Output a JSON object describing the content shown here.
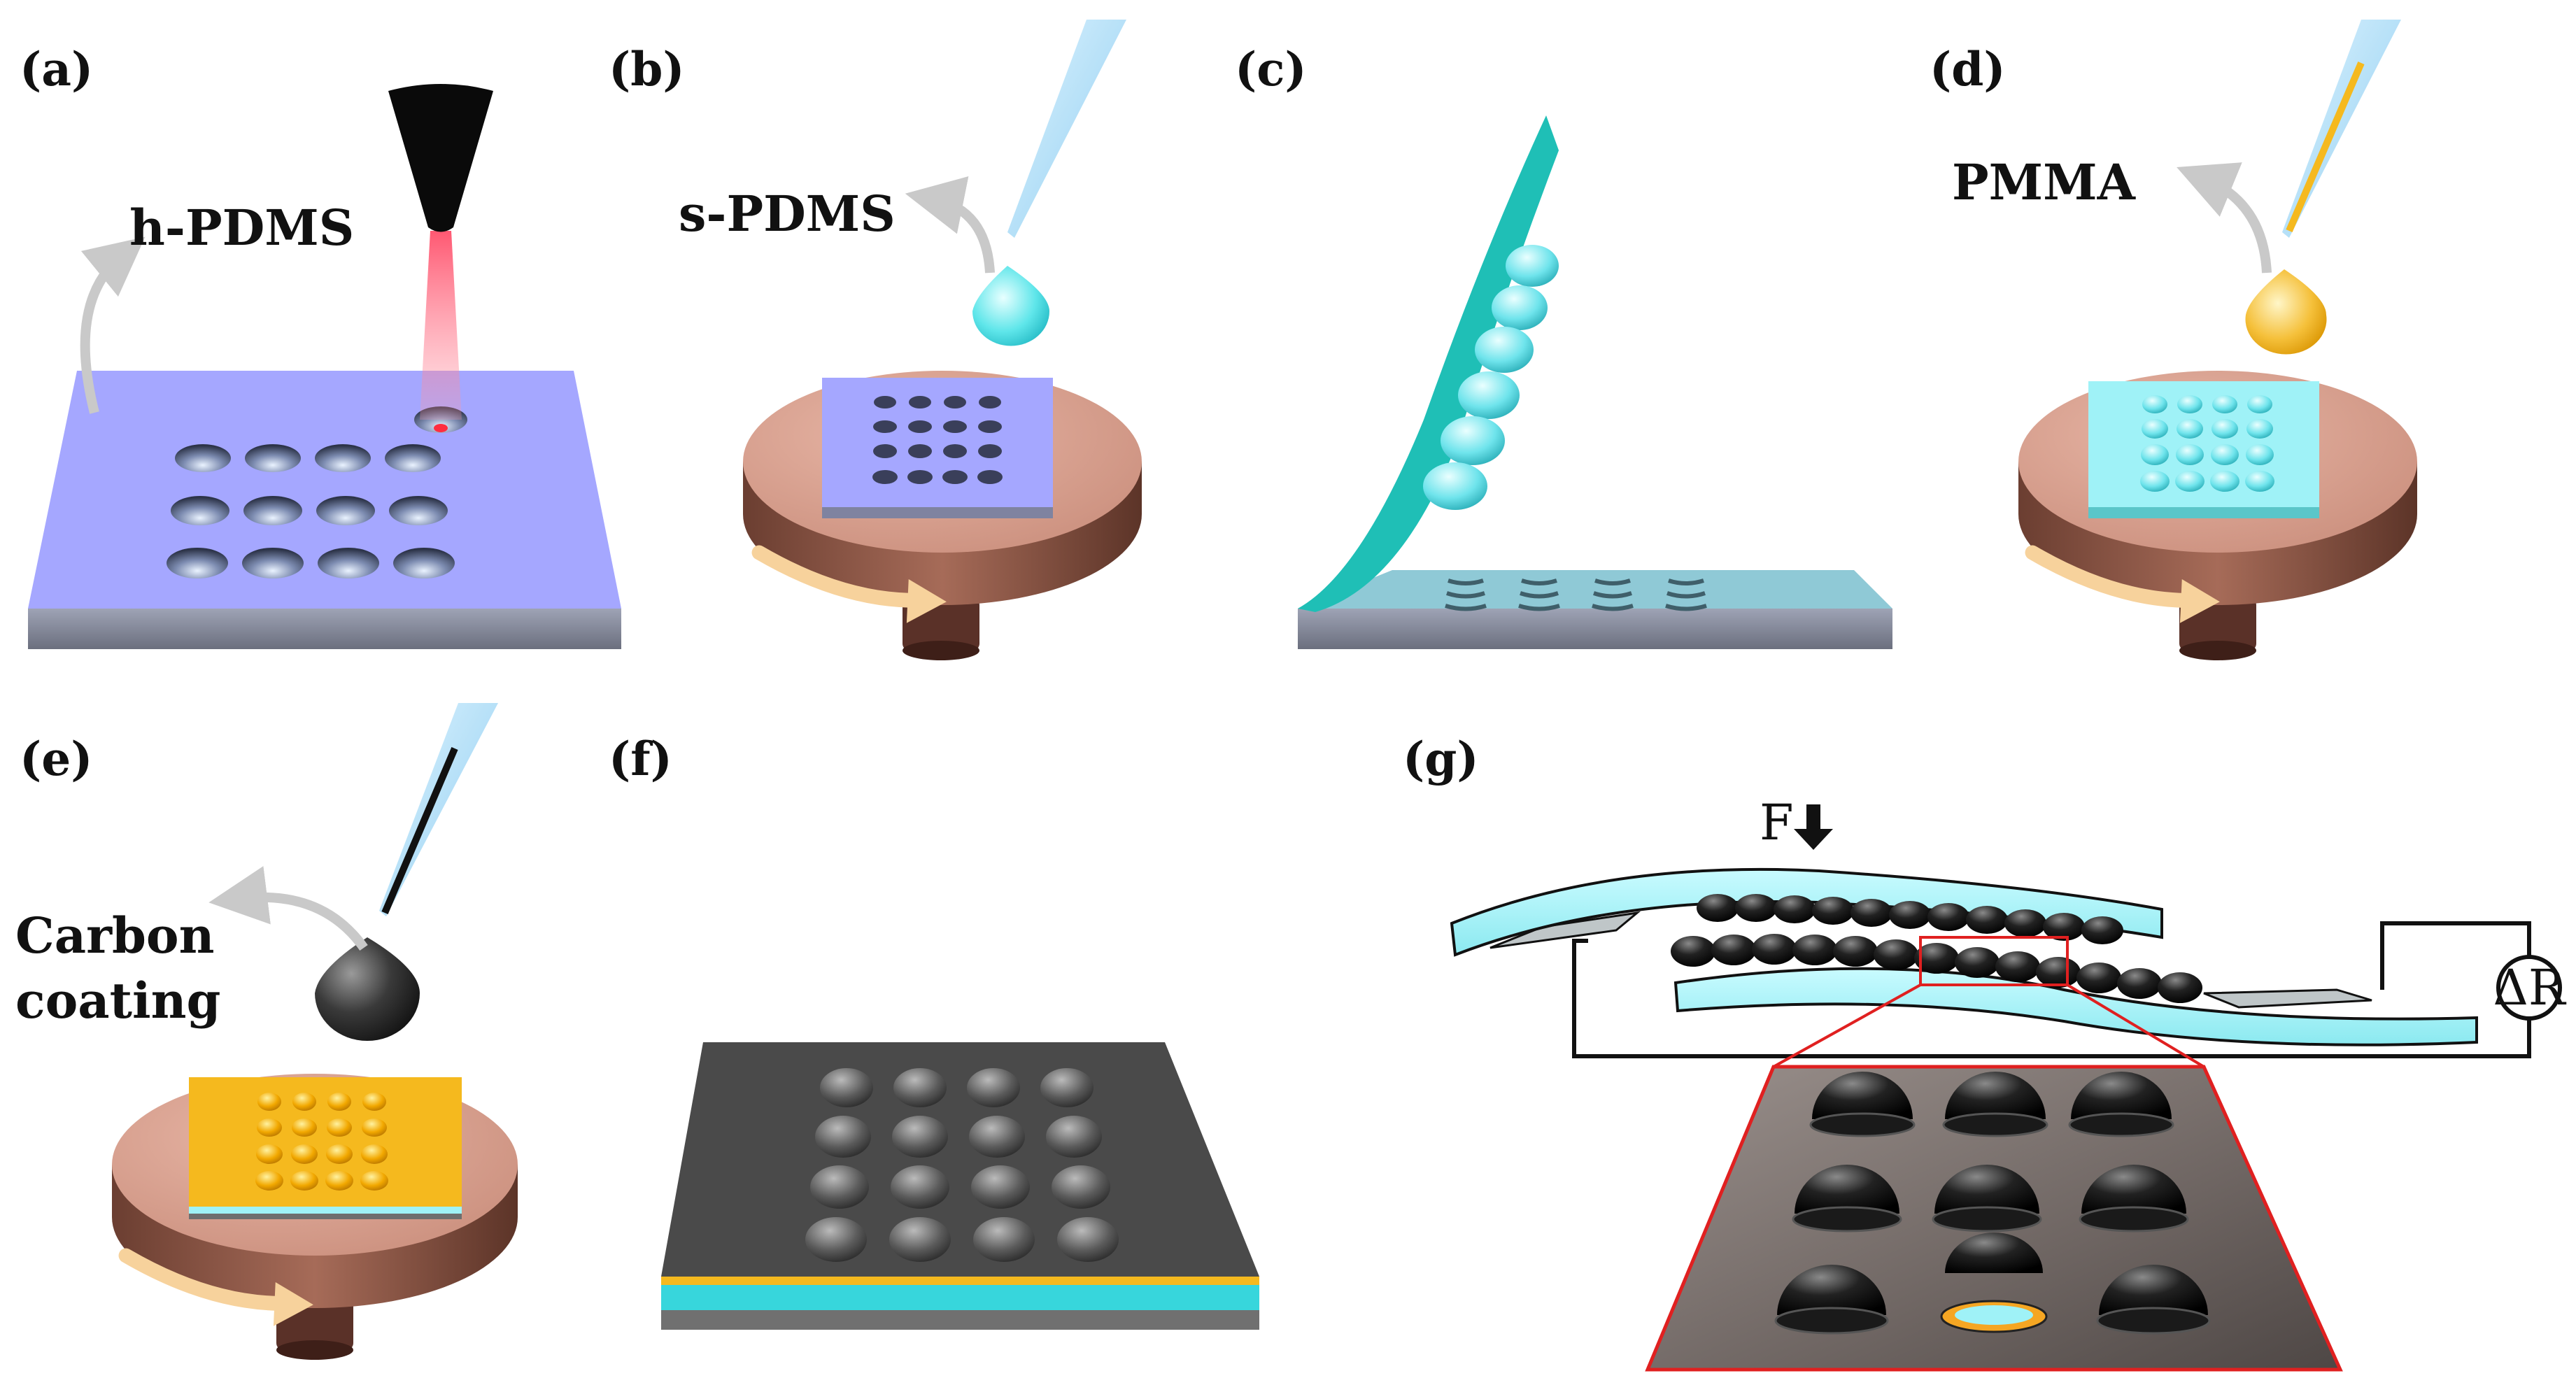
{
  "panels": [
    {
      "id": "a",
      "label": "(a)",
      "callout": "h-PDMS"
    },
    {
      "id": "b",
      "label": "(b)",
      "callout": "s-PDMS"
    },
    {
      "id": "c",
      "label": "(c)"
    },
    {
      "id": "d",
      "label": "(d)",
      "callout": "PMMA"
    },
    {
      "id": "e",
      "label": "(e)",
      "callout_lines": [
        "Carbon",
        "coating"
      ]
    },
    {
      "id": "f",
      "label": "(f)"
    },
    {
      "id": "g",
      "label": "(g)",
      "force_label": "F",
      "resistance_label": "ΔR"
    }
  ],
  "colors": {
    "hpdms": "#a5a7ff",
    "spdms": "#9ff2f7",
    "pmma": "#f5b91e",
    "carbon": "#4a4a4a",
    "stage": "#d9a08f",
    "stage_side": "#7a4a3c",
    "arrow": "#f7d29c",
    "zoom_frame": "#e02020"
  }
}
